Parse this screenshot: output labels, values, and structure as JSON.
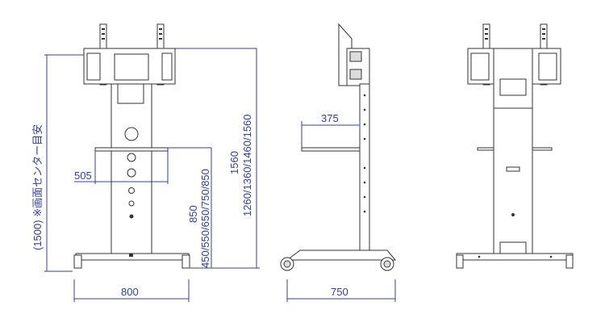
{
  "diagram": {
    "front_view": {
      "dim_height_screen": "(1500) ※画面センター目安",
      "dim_shelf_depth": "505",
      "dim_shelf_height_max": "850",
      "dim_shelf_height_steps": "450/550/650/750/850",
      "dim_total_height": "1560",
      "dim_total_height_steps": "1260/1360/1460/1560",
      "dim_base_width": "800"
    },
    "side_view": {
      "dim_shelf_width": "375",
      "dim_base_depth": "750"
    },
    "colors": {
      "dimension": "#2f3fa8",
      "outline": "#333333"
    }
  }
}
